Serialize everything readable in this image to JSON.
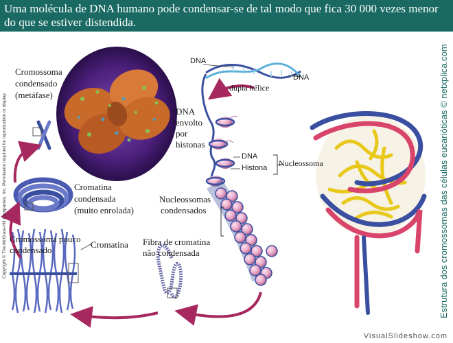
{
  "header": {
    "text": "Uma molécula de DNA humano pode condensar-se de tal modo que fica 30 000 vezes menor do que se estiver distendida."
  },
  "labels": {
    "dna_top": "DNA",
    "dna_right": "DNA",
    "dupla_helice": "dupla hélice",
    "dna_envolto_1": "DNA",
    "dna_envolto_2": "envolto",
    "dna_envolto_3": "por",
    "dna_envolto_4": "histonas",
    "nuc_dna": "DNA",
    "nuc_histona": "Histona",
    "nucleossoma": "Nucleossoma",
    "nucleossomas_1": "Nucleossomas",
    "nucleossomas_2": "condensados",
    "cromossoma_cond_1": "Cromossoma",
    "cromossoma_cond_2": "condensado",
    "cromossoma_cond_3": "(metáfase)",
    "cromatina_cond_1": "Cromatina",
    "cromatina_cond_2": "condensada",
    "cromatina_cond_3": "(muito enrolada)",
    "cromossoma_pouco_1": "Cromossoma pouco",
    "cromossoma_pouco_2": "condensado",
    "cromatina": "Cromatina",
    "fibra_1": "Fibra de cromatina",
    "fibra_2": "não condensada"
  },
  "copyright": "Copyright © The McGraw-Hill Companies, Inc. Permission required for reproduction or display.",
  "side_caption": "Estrutura dos cromossomas das células eucarióticas © netxplica.com",
  "footer": "VisualSlideshow.com",
  "colors": {
    "header_bg": "#1a6a63",
    "arrow": "#a6285e",
    "dna_blue": "#3a4fa0",
    "histone_pink": "#e9a9c9",
    "chromosome_bg": "#4b1f7a"
  }
}
